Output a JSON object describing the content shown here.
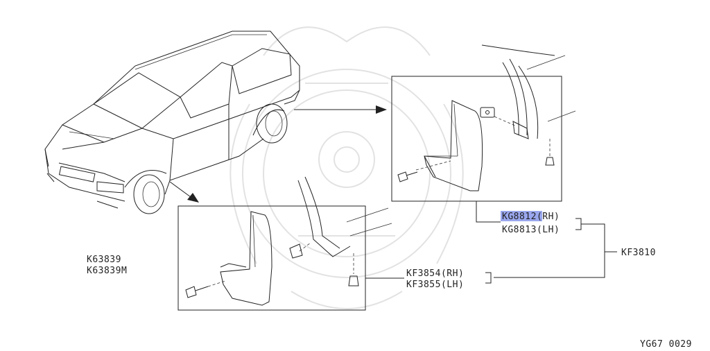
{
  "diagram": {
    "parts": {
      "rear_rh": "KG8812(RH)",
      "rear_lh": "KG8813(LH)",
      "front_rh": "KF3854(RH)",
      "front_lh": "KF3855(LH)",
      "set": "KF3810"
    },
    "left_codes": [
      "K63839",
      "K63839M"
    ],
    "figure_code": "YG67 0029",
    "highlight": "KG8812"
  }
}
